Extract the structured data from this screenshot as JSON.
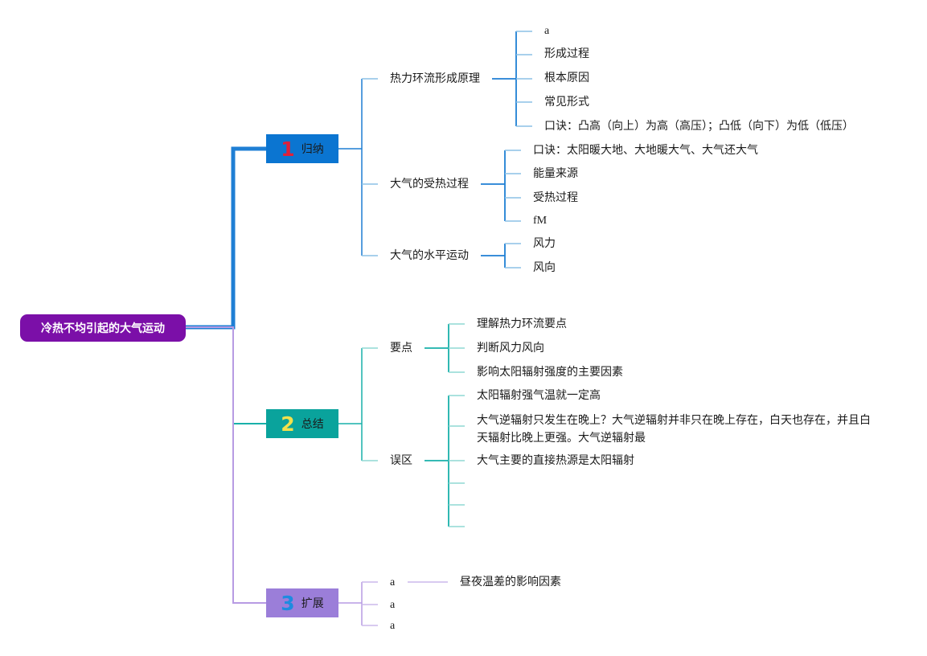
{
  "colors": {
    "root": "#7b0fa8",
    "sec1": "#0b75d1",
    "sec2": "#0aa39c",
    "sec3": "#9b7ed9",
    "num1": "#e0203a",
    "num2": "#f2e14c",
    "num3": "#1e8be0",
    "line1": "#1f7fd4",
    "line1_light": "#8bc1e6",
    "line2": "#19b0aa",
    "line2_light": "#8fd8d4",
    "line3": "#b79be3"
  },
  "root": {
    "label": "冷热不均引起的大气运动"
  },
  "sections": [
    {
      "num": "1",
      "label": "归纳",
      "branches": [
        {
          "label": "热力环流形成原理",
          "items": [
            "a",
            "形成过程",
            "根本原因",
            "常见形式",
            "口诀：凸高（向上）为高（高压）；凸低（向下）为低（低压）"
          ]
        },
        {
          "label": "大气的受热过程",
          "items": [
            "口诀：太阳暖大地、大地暖大气、大气还大气",
            "能量来源",
            "受热过程",
            "fM"
          ]
        },
        {
          "label": "大气的水平运动",
          "items": [
            "风力",
            "风向"
          ]
        }
      ]
    },
    {
      "num": "2",
      "label": "总结",
      "branches": [
        {
          "label": "要点",
          "items": [
            "理解热力环流要点",
            "判断风力风向",
            "影响太阳辐射强度的主要因素"
          ]
        },
        {
          "label": "误区",
          "items": [
            "太阳辐射强气温就一定高",
            "大气逆辐射只发生在晚上？大气逆辐射并非只在晚上存在，白天也存在，并且白天辐射比晚上更强。大气逆辐射最",
            "大气主要的直接热源是太阳辐射",
            "",
            ""
          ]
        }
      ]
    },
    {
      "num": "3",
      "label": "扩展",
      "branches": [
        {
          "label": "a",
          "child": "昼夜温差的影响因素"
        },
        {
          "label": "a"
        },
        {
          "label": "a"
        }
      ]
    }
  ]
}
